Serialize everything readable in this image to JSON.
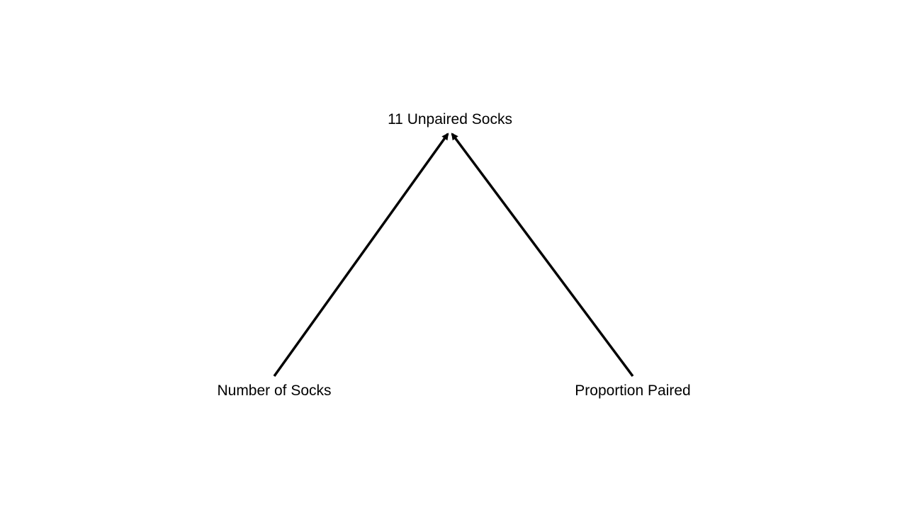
{
  "diagram": {
    "nodes": {
      "outcome": {
        "label": "11 Unpaired Socks"
      },
      "cause_left": {
        "label": "Number of Socks"
      },
      "cause_right": {
        "label": "Proportion Paired"
      }
    },
    "edges": [
      {
        "from": "cause_left",
        "to": "outcome"
      },
      {
        "from": "cause_right",
        "to": "outcome"
      }
    ],
    "colors": {
      "stroke": "#000000",
      "text": "#000000",
      "background": "#ffffff"
    }
  }
}
